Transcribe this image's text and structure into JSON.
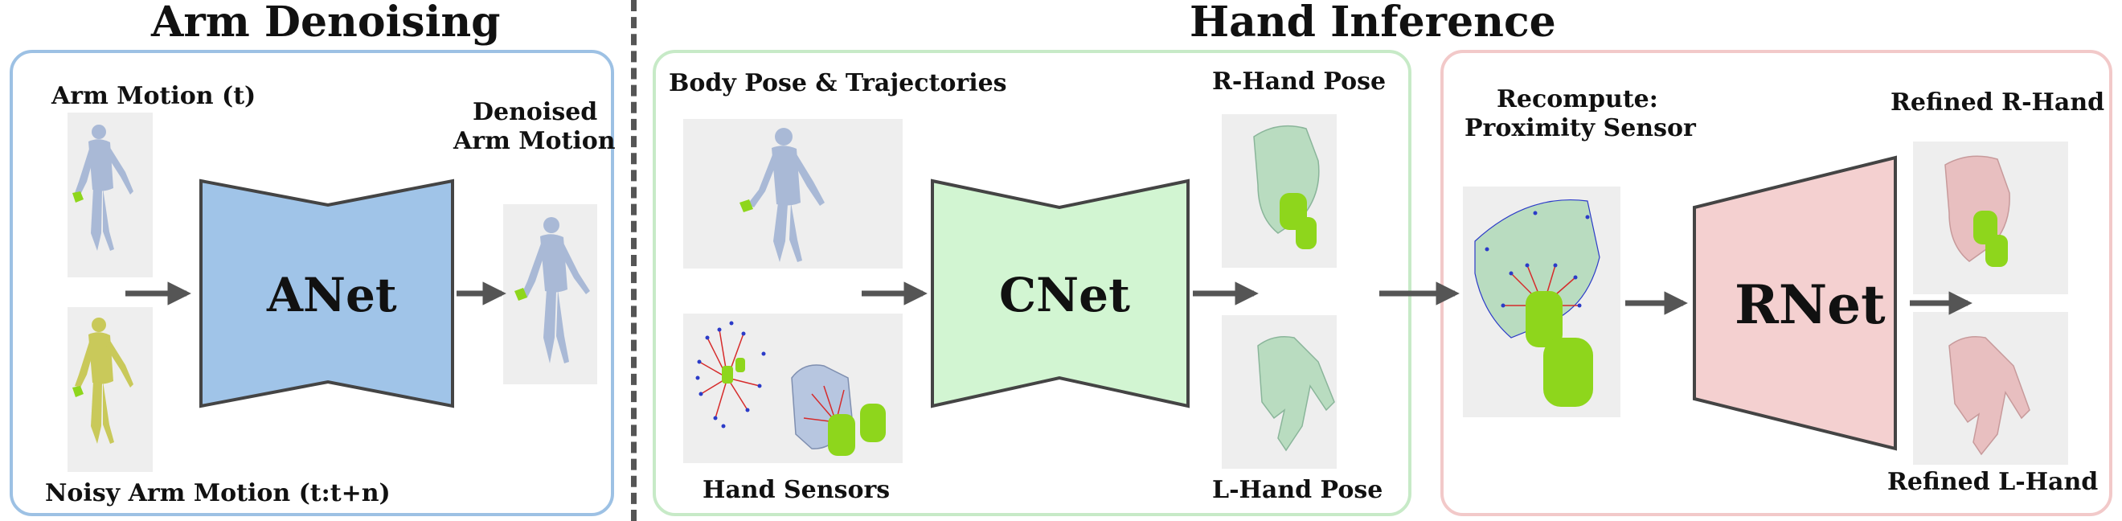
{
  "titles": {
    "arm_denoising": "Arm Denoising",
    "hand_inference": "Hand Inference"
  },
  "arm_panel": {
    "input_label": "Arm Motion (t)",
    "noisy_label": "Noisy Arm Motion (t:t+n)",
    "output_label_line1": "Denoised",
    "output_label_line2": "Arm Motion",
    "net_name": "ANet",
    "color_border": "#9dc1e4",
    "color_net": "#a0c4e8"
  },
  "cnet_panel": {
    "body_label": "Body Pose & Trajectories",
    "sensors_label": "Hand Sensors",
    "rhand_label": "R-Hand Pose",
    "lhand_label": "L-Hand Pose",
    "net_name": "CNet",
    "color_border": "#c7eac7",
    "color_net": "#d2f5d2"
  },
  "rnet_panel": {
    "recompute_line1": "Recompute:",
    "recompute_line2": "Proximity Sensor",
    "refined_r_label": "Refined R-Hand",
    "refined_l_label": "Refined L-Hand",
    "net_name": "RNet",
    "color_border": "#f2c9c9",
    "color_net": "#f4d0d0"
  },
  "colors": {
    "body": "#a9b9d6",
    "noisy_body": "#c9c95a",
    "object": "#8ed61c",
    "hand_green": "#b9dcc0",
    "hand_pink": "#e8bfc0",
    "arrow": "#555555"
  }
}
